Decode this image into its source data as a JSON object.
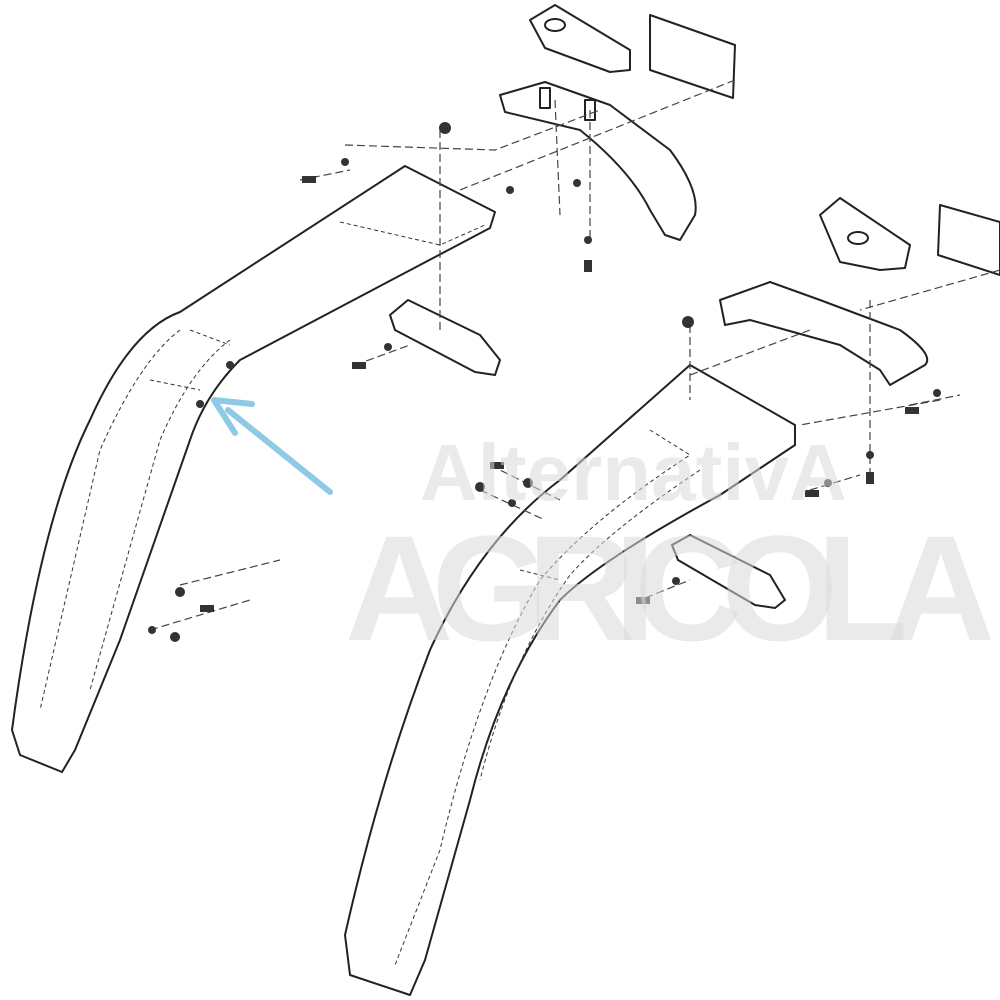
{
  "watermark": {
    "line1": "AlternativA",
    "line2": "AGRICOLA"
  },
  "diagram": {
    "title": "",
    "parts": [
      "left-fender",
      "right-fender",
      "left-bracket",
      "right-bracket",
      "left-step",
      "right-step",
      "left-pad",
      "right-pad",
      "left-plate",
      "right-plate"
    ]
  },
  "colors": {
    "arrow": "#8ecae6",
    "line": "#222222"
  }
}
